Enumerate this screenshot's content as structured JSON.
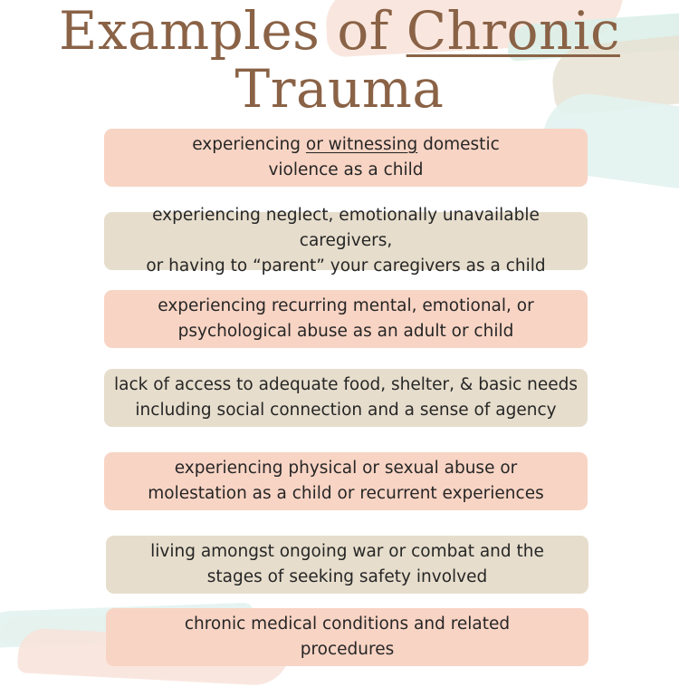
{
  "title": {
    "before": "Examples of ",
    "emphasis": "Chronic",
    "line2": "Trauma"
  },
  "items": [
    {
      "text_prefix": "experiencing ",
      "text_underlined": "or witnessing",
      "text_suffix": " domestic\nviolence as a child",
      "color": "#f8d4c4"
    },
    {
      "text": "experiencing neglect, emotionally unavailable caregivers,\nor having to “parent” your caregivers as a child",
      "color": "#e6ddcc"
    },
    {
      "text": "experiencing recurring mental, emotional, or\npsychological abuse as an adult or child",
      "color": "#f8d4c4"
    },
    {
      "text": "lack of access to adequate food, shelter, & basic needs\nincluding social connection and a sense of agency",
      "color": "#e6ddcc"
    },
    {
      "text": "experiencing physical or sexual abuse or\nmolestation as a child or recurrent experiences",
      "color": "#f8d4c4"
    },
    {
      "text": "living amongst ongoing war or combat and the\nstages of seeking safety involved",
      "color": "#e6ddcc"
    },
    {
      "text": "chronic medical conditions and related\nprocedures",
      "color": "#f8d4c4"
    }
  ],
  "colors": {
    "title": "#8a6246",
    "card_peach": "#f8d4c4",
    "card_tan": "#e6ddcc",
    "body_text": "#262626"
  }
}
